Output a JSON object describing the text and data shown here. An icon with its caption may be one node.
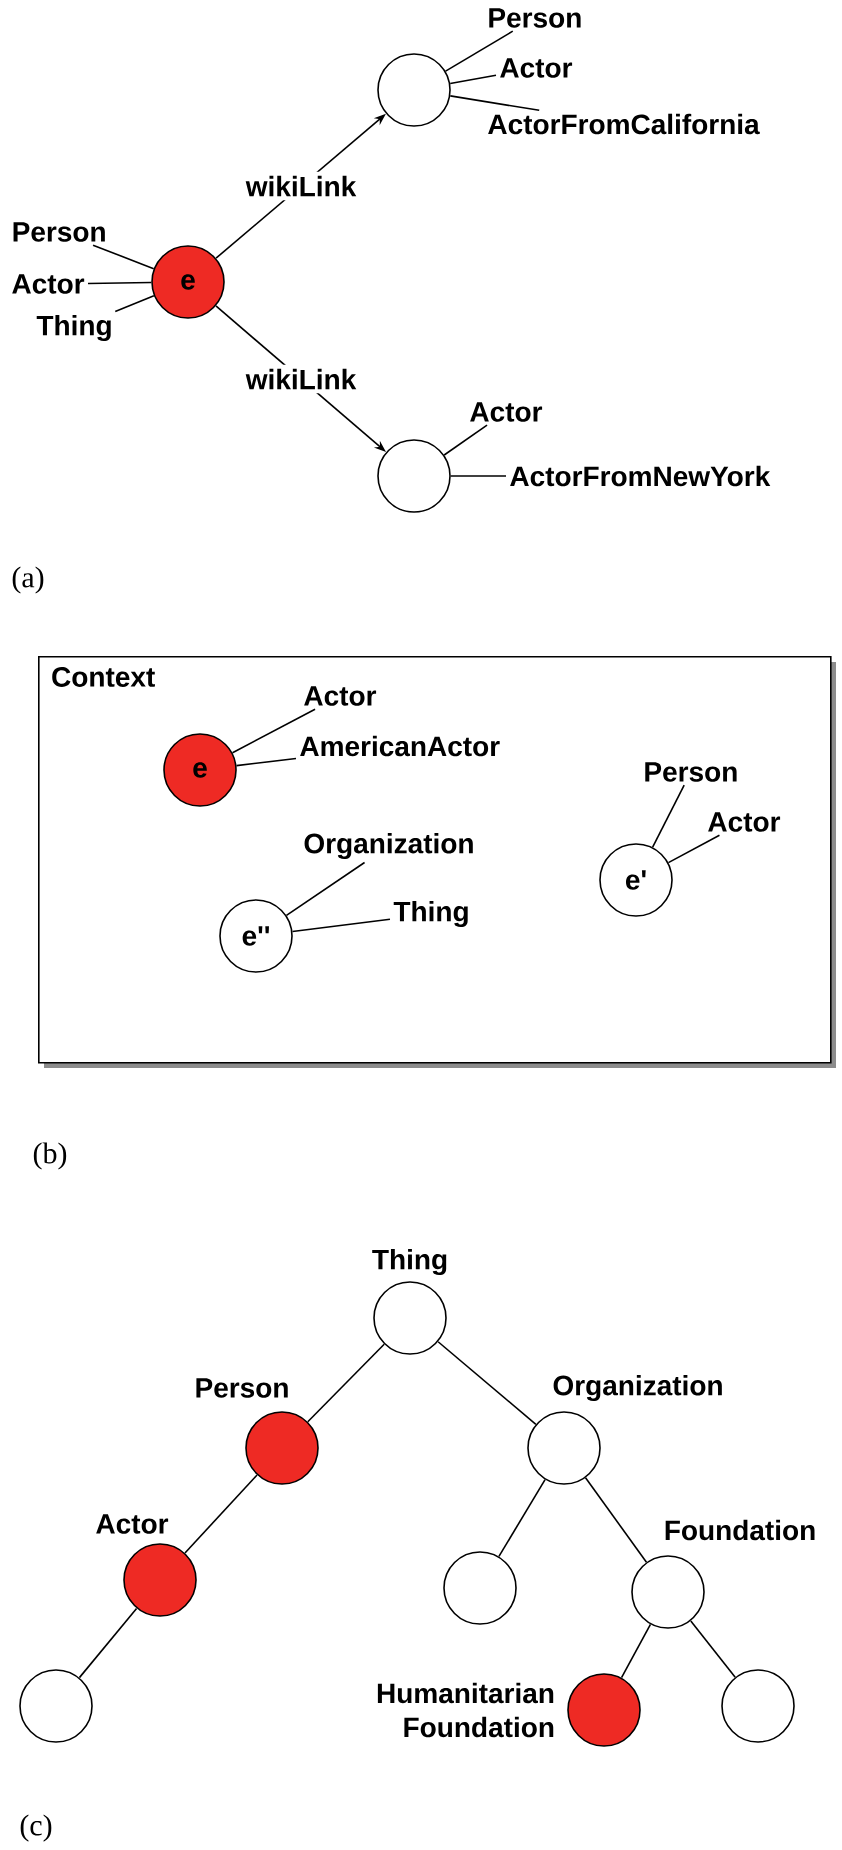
{
  "diagram": {
    "nodes": [
      {
        "text": [
          "e"
        ]
      },
      {
        "text": [],
        "shape": "circle"
      },
      {
        "text": [],
        "shape": "circle"
      },
      {
        "text": [
          "Person"
        ]
      },
      {
        "text": [
          "Actor"
        ]
      },
      {
        "text": [
          "Thing"
        ]
      },
      {
        "text": [
          "Person"
        ]
      },
      {
        "text": [
          "Actor"
        ]
      },
      {
        "text": [
          "ActorFromCalifornia"
        ]
      },
      {
        "text": [
          "Actor"
        ]
      },
      {
        "text": [
          "ActorFromNewYork"
        ]
      },
      {
        "text": [
          "Context"
        ]
      },
      {
        "text": [
          "e"
        ],
        "in": 11
      },
      {
        "text": [
          "e'"
        ],
        "in": 11
      },
      {
        "text": [
          "e''"
        ],
        "in": 11
      },
      {
        "text": [
          "Actor"
        ],
        "in": 11
      },
      {
        "text": [
          "AmericanActor"
        ],
        "in": 11
      },
      {
        "text": [
          "Person"
        ],
        "in": 11
      },
      {
        "text": [
          "Actor"
        ],
        "in": 11
      },
      {
        "text": [
          "Organization"
        ],
        "in": 11
      },
      {
        "text": [
          "Thing"
        ],
        "in": 11
      },
      {
        "text": [
          "Thing"
        ]
      },
      {
        "text": [
          "Person"
        ]
      },
      {
        "text": [
          "Organization"
        ]
      },
      {
        "text": [
          "Actor"
        ]
      },
      {
        "text": [],
        "shape": "circle"
      },
      {
        "text": [
          "Foundation"
        ]
      },
      {
        "text": [],
        "shape": "circle"
      },
      {
        "text": [
          "Humanitarian Foundation"
        ]
      },
      {
        "text": [],
        "shape": "circle"
      }
    ],
    "edges": [
      {
        "from": 0,
        "to": 1,
        "arrow": "to",
        "label": "wikiLink"
      },
      {
        "from": 0,
        "to": 2,
        "arrow": "to",
        "label": "wikiLink"
      },
      {
        "from": 3,
        "to": 0,
        "arrow": "none"
      },
      {
        "from": 4,
        "to": 0,
        "arrow": "none"
      },
      {
        "from": 5,
        "to": 0,
        "arrow": "none"
      },
      {
        "from": 6,
        "to": 1,
        "arrow": "none"
      },
      {
        "from": 7,
        "to": 1,
        "arrow": "none"
      },
      {
        "from": 8,
        "to": 1,
        "arrow": "none"
      },
      {
        "from": 9,
        "to": 2,
        "arrow": "none"
      },
      {
        "from": 10,
        "to": 2,
        "arrow": "none"
      },
      {
        "from": 15,
        "to": 12,
        "arrow": "none"
      },
      {
        "from": 16,
        "to": 12,
        "arrow": "none"
      },
      {
        "from": 17,
        "to": 13,
        "arrow": "none"
      },
      {
        "from": 18,
        "to": 13,
        "arrow": "none"
      },
      {
        "from": 19,
        "to": 14,
        "arrow": "none"
      },
      {
        "from": 20,
        "to": 14,
        "arrow": "none"
      },
      {
        "from": 21,
        "to": 22,
        "arrow": "none"
      },
      {
        "from": 21,
        "to": 23,
        "arrow": "none"
      },
      {
        "from": 22,
        "to": 24,
        "arrow": "none"
      },
      {
        "from": 23,
        "to": 25,
        "arrow": "none"
      },
      {
        "from": 23,
        "to": 26,
        "arrow": "none"
      },
      {
        "from": 24,
        "to": 27,
        "arrow": "none"
      },
      {
        "from": 26,
        "to": 28,
        "arrow": "none"
      },
      {
        "from": 26,
        "to": 29,
        "arrow": "none"
      }
    ],
    "labels": [
      "(a)",
      "(b)",
      "(c)"
    ]
  }
}
